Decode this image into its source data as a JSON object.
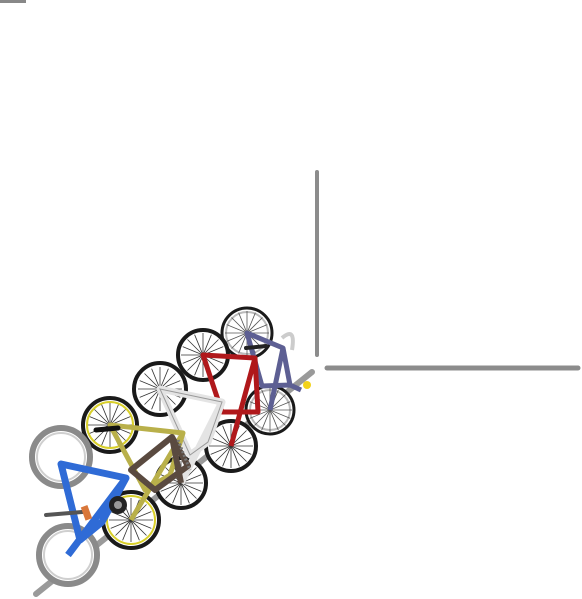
{
  "scene": {
    "description_free": true,
    "colors": {
      "background": "#ffffff",
      "rack_gray": "#8c8c8c",
      "wheel_dark": "#1a1a1a",
      "bike_blue": "#2f6bd6",
      "bike_brown": "#5a4a40",
      "bike_olive": "#b9b04a",
      "bike_white": "#e8e8e8",
      "bike_red": "#b0181b",
      "bike_navy": "#5d5f93",
      "rim_yellow": "#d8cf2a"
    },
    "bicycles": [
      {
        "id": "blue",
        "color_key": "bike_blue"
      },
      {
        "id": "brown",
        "color_key": "bike_brown"
      },
      {
        "id": "olive",
        "color_key": "bike_olive"
      },
      {
        "id": "white",
        "color_key": "bike_white"
      },
      {
        "id": "red",
        "color_key": "bike_red"
      },
      {
        "id": "navy",
        "color_key": "bike_navy"
      }
    ]
  }
}
